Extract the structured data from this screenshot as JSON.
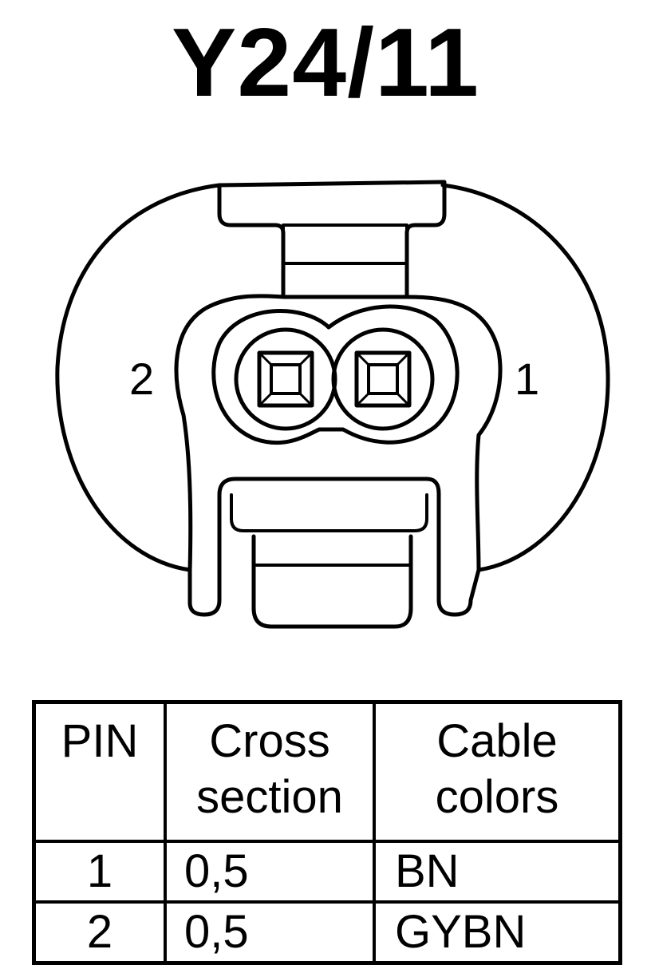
{
  "title": "Y24/11",
  "connector": {
    "pin_left_label": "2",
    "pin_right_label": "1"
  },
  "table": {
    "headers": {
      "pin": "PIN",
      "cross_section": [
        "Cross",
        "section"
      ],
      "cable_colors": [
        "Cable",
        "colors"
      ]
    },
    "rows": [
      {
        "pin": "1",
        "cross_section": "0,5",
        "cable_color": "BN"
      },
      {
        "pin": "2",
        "cross_section": "0,5",
        "cable_color": "GYBN"
      }
    ]
  }
}
